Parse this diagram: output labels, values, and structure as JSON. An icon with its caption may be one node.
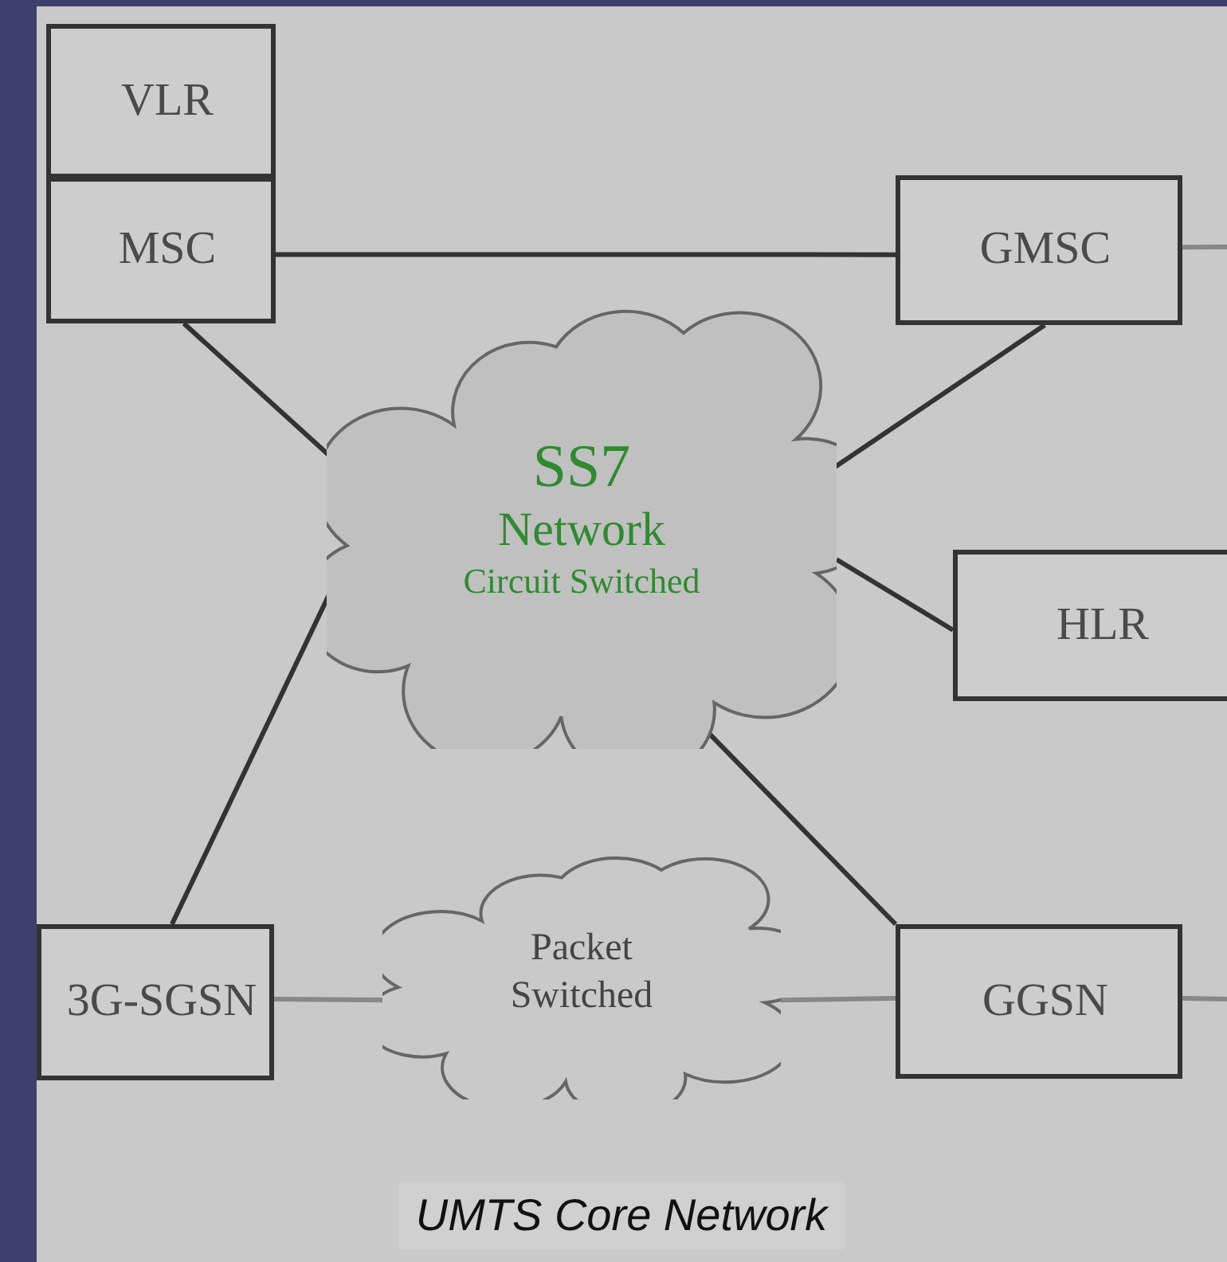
{
  "diagram": {
    "caption": "UMTS Core Network",
    "nodes": [
      {
        "text": [
          "VLR"
        ]
      },
      {
        "text": [
          "MSC"
        ]
      },
      {
        "text": [
          "GMSC"
        ]
      },
      {
        "text": [
          "SS7",
          "Network",
          "Circuit Switched"
        ]
      },
      {
        "text": [
          "HLR"
        ]
      },
      {
        "text": [
          "3G-SGSN"
        ]
      },
      {
        "text": [
          "Packet Switched"
        ]
      },
      {
        "text": [
          "GGSN"
        ]
      }
    ],
    "edges": [
      {
        "from": 1,
        "to": 2,
        "arrow": "none"
      },
      {
        "from": 1,
        "to": 3,
        "arrow": "none"
      },
      {
        "from": 2,
        "to": 3,
        "arrow": "none"
      },
      {
        "from": 2,
        "to": null,
        "arrow": "none",
        "color": "#888888"
      },
      {
        "from": 3,
        "to": 4,
        "arrow": "none"
      },
      {
        "from": 3,
        "to": 5,
        "arrow": "none"
      },
      {
        "from": 3,
        "to": 7,
        "arrow": "none"
      },
      {
        "from": 5,
        "to": 6,
        "arrow": "none",
        "color": "#888888"
      },
      {
        "from": 6,
        "to": 7,
        "arrow": "none",
        "color": "#888888"
      },
      {
        "from": 7,
        "to": null,
        "arrow": "none",
        "color": "#888888"
      }
    ]
  }
}
